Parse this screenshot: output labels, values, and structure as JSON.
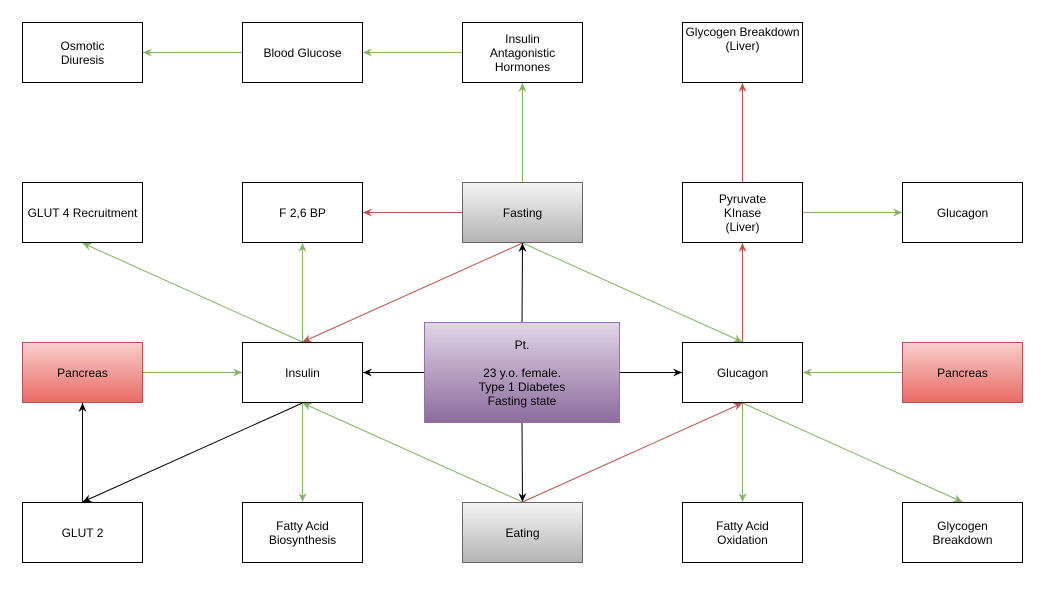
{
  "colors": {
    "green": "#82b366",
    "red": "#b85450",
    "black": "#000000"
  },
  "nodes": [
    {
      "id": "osmotic-diuresis",
      "label": "Osmotic\nDiuresis",
      "style": "plain"
    },
    {
      "id": "blood-glucose",
      "label": "Blood Glucose",
      "style": "plain"
    },
    {
      "id": "insulin-antagonistic-hormones",
      "label": "Insulin\nAntagonistic\nHormones",
      "style": "plain"
    },
    {
      "id": "glycogen-breakdown-liver",
      "label": "Glycogen Breakdown\n(Liver)",
      "style": "plain"
    },
    {
      "id": "glut4-recruitment",
      "label": "GLUT 4 Recruitment",
      "style": "plain"
    },
    {
      "id": "f26bp",
      "label": "F 2,6 BP",
      "style": "plain"
    },
    {
      "id": "fasting",
      "label": "Fasting",
      "style": "grey"
    },
    {
      "id": "pyruvate-kinase-liver",
      "label": "Pyruvate\nKInase\n(Liver)",
      "style": "plain"
    },
    {
      "id": "glucagon-top",
      "label": "Glucagon",
      "style": "plain"
    },
    {
      "id": "pancreas-left",
      "label": "Pancreas",
      "style": "red"
    },
    {
      "id": "insulin",
      "label": "Insulin",
      "style": "plain"
    },
    {
      "id": "patient",
      "label": "Pt.\n\n23 y.o. female.\nType 1 Diabetes\nFasting state",
      "style": "purple"
    },
    {
      "id": "glucagon",
      "label": "Glucagon",
      "style": "plain"
    },
    {
      "id": "pancreas-right",
      "label": "Pancreas",
      "style": "red"
    },
    {
      "id": "glut2",
      "label": "GLUT 2",
      "style": "plain"
    },
    {
      "id": "fatty-acid-biosynthesis",
      "label": "Fatty Acid\nBiosynthesis",
      "style": "plain"
    },
    {
      "id": "eating",
      "label": "Eating",
      "style": "grey"
    },
    {
      "id": "fatty-acid-oxidation",
      "label": "Fatty Acid\nOxidation",
      "style": "plain"
    },
    {
      "id": "glycogen-breakdown",
      "label": "Glycogen\nBreakdown",
      "style": "plain"
    }
  ],
  "edges": [
    {
      "from": "blood-glucose",
      "to": "osmotic-diuresis",
      "color": "green"
    },
    {
      "from": "insulin-antagonistic-hormones",
      "to": "blood-glucose",
      "color": "green"
    },
    {
      "from": "fasting",
      "to": "insulin-antagonistic-hormones",
      "color": "green"
    },
    {
      "from": "fasting",
      "to": "f26bp",
      "color": "red"
    },
    {
      "from": "fasting",
      "to": "insulin",
      "color": "red"
    },
    {
      "from": "fasting",
      "to": "glucagon",
      "color": "green"
    },
    {
      "from": "pyruvate-kinase-liver",
      "to": "glycogen-breakdown-liver",
      "color": "red"
    },
    {
      "from": "pyruvate-kinase-liver",
      "to": "glucagon-top",
      "color": "green"
    },
    {
      "from": "glucagon",
      "to": "pyruvate-kinase-liver",
      "color": "red"
    },
    {
      "from": "insulin",
      "to": "glut4-recruitment",
      "color": "green"
    },
    {
      "from": "insulin",
      "to": "f26bp",
      "color": "green"
    },
    {
      "from": "pancreas-left",
      "to": "insulin",
      "color": "green"
    },
    {
      "from": "patient",
      "to": "insulin",
      "color": "black"
    },
    {
      "from": "patient",
      "to": "glucagon",
      "color": "black"
    },
    {
      "from": "patient",
      "to": "fasting",
      "color": "black"
    },
    {
      "from": "patient",
      "to": "eating",
      "color": "black"
    },
    {
      "from": "pancreas-right",
      "to": "glucagon",
      "color": "green"
    },
    {
      "from": "glut2",
      "to": "pancreas-left",
      "color": "black"
    },
    {
      "from": "insulin",
      "to": "glut2",
      "color": "black"
    },
    {
      "from": "insulin",
      "to": "fatty-acid-biosynthesis",
      "color": "green"
    },
    {
      "from": "eating",
      "to": "insulin",
      "color": "green"
    },
    {
      "from": "eating",
      "to": "glucagon",
      "color": "red"
    },
    {
      "from": "glucagon",
      "to": "fatty-acid-oxidation",
      "color": "green"
    },
    {
      "from": "glucagon",
      "to": "glycogen-breakdown",
      "color": "green"
    }
  ]
}
